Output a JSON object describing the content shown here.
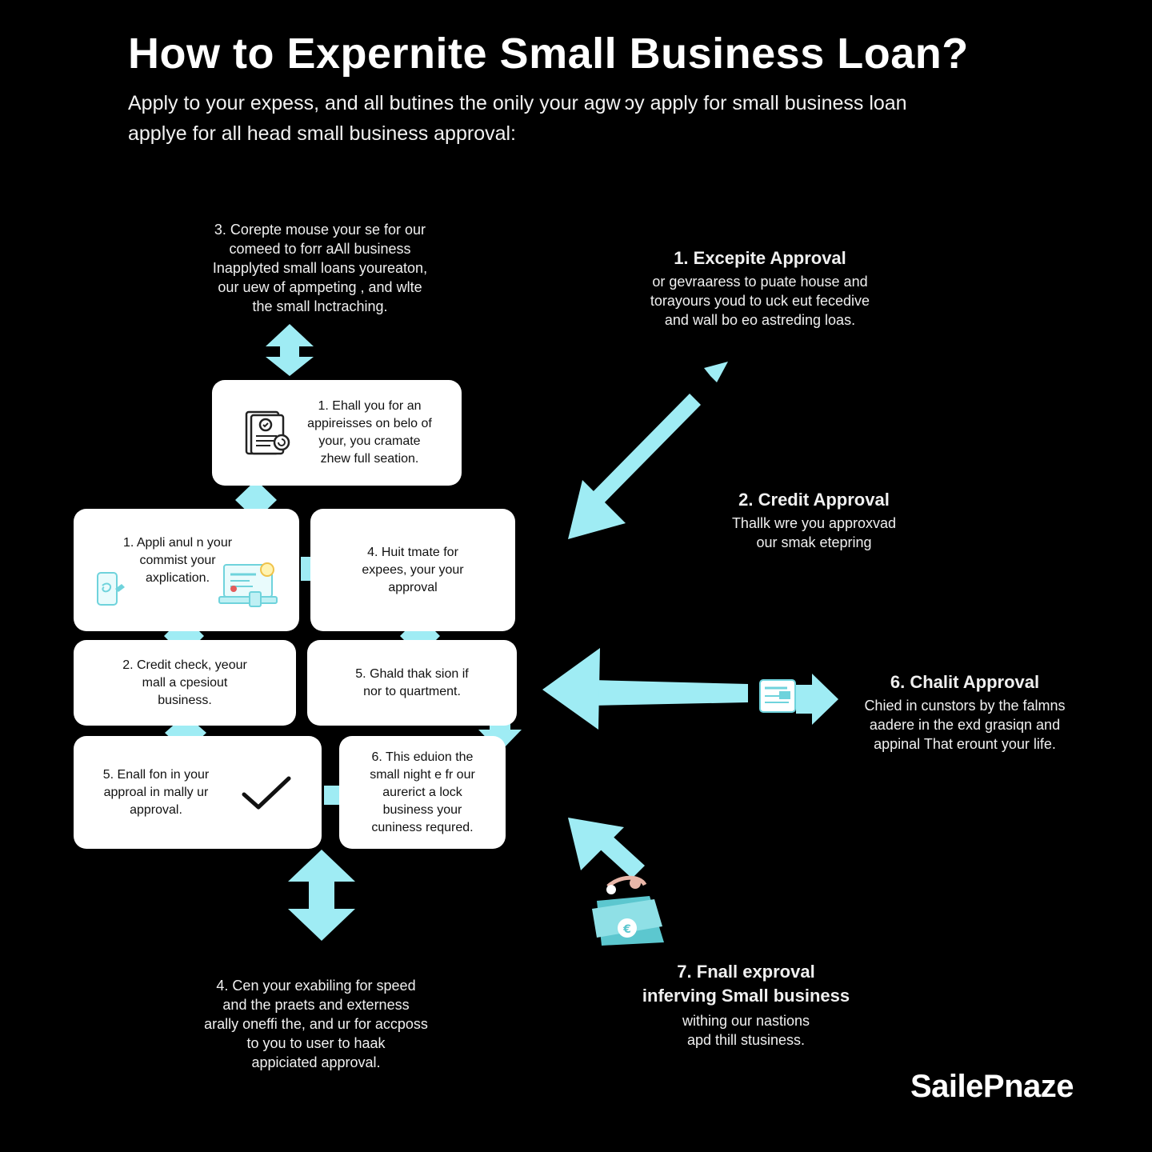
{
  "title": "How to Expernite Small Business Loan?",
  "subtitle": [
    "Apply to your expess, and all butines the onily your agw ɔy apply for small business loan",
    "applye for all head small business approval:"
  ],
  "annotations": {
    "top_left": {
      "lines": [
        "3. Corepte mouse your se for our",
        "comеed to forr аAll business",
        "Inapplyted small loans youreaton,",
        "our uew of apmpeting , and wlte",
        "the small lnctraching."
      ]
    },
    "excepite": {
      "heading": "1. Excepite Approval",
      "lines": [
        "or gevraaress to puate house and",
        "torayours youd to uck eut fecedive",
        "and wall bo eo astreding loas."
      ]
    },
    "credit": {
      "heading": "2. Credit Approval",
      "lines": [
        "Thallk wre you approxvad",
        "our smak etepring"
      ]
    },
    "chalit": {
      "heading": "6. Chalit Approval",
      "lines": [
        "Chied in cunstors by the falmns",
        "aadere in the exd grasiqn and",
        "appinal That erount your life."
      ]
    },
    "bottom_left": {
      "lines": [
        "4. Cen your exabiling for speed",
        "and the praets and externess",
        "arally oneffi the, and ur for accposs",
        "to you to user to haak",
        "appiciated approval."
      ]
    },
    "final": {
      "heading_lines": [
        "7. Fnall exproval",
        "inferving Small business"
      ],
      "lines": [
        "withing our nastions",
        "apd thill stusiness."
      ]
    }
  },
  "cards": {
    "top": [
      "1. Ehall you for an",
      "appireisses on belo of",
      "your, you cramate",
      "zhew full seation."
    ],
    "a1": [
      "1. Appli anul n your",
      "commist your",
      "axplication."
    ],
    "a4": [
      "4. Huit tmate for",
      "expees, your your",
      "approval"
    ],
    "a2": [
      "2. Credit check, yeour",
      "mall a cpesiout",
      "business."
    ],
    "a5": [
      "5. Ghald thak sion if",
      "nor to quartment."
    ],
    "a5b": [
      "5. Enall fon in your",
      "approal in mally ur",
      "approval."
    ],
    "a6": [
      "6. This eduion the",
      "small night e fr our",
      "aurerict a lock",
      "business your",
      "cuniness requred."
    ]
  },
  "brand": "SailePnaze",
  "colors": {
    "accent": "#9fecf4",
    "background": "#000000",
    "card": "#ffffff",
    "icon": "#6fd3dc"
  },
  "icons": [
    "document-seal-icon",
    "phone-icon",
    "laptop-icon",
    "checkmark-icon",
    "card-icon",
    "money-bag-icon"
  ]
}
